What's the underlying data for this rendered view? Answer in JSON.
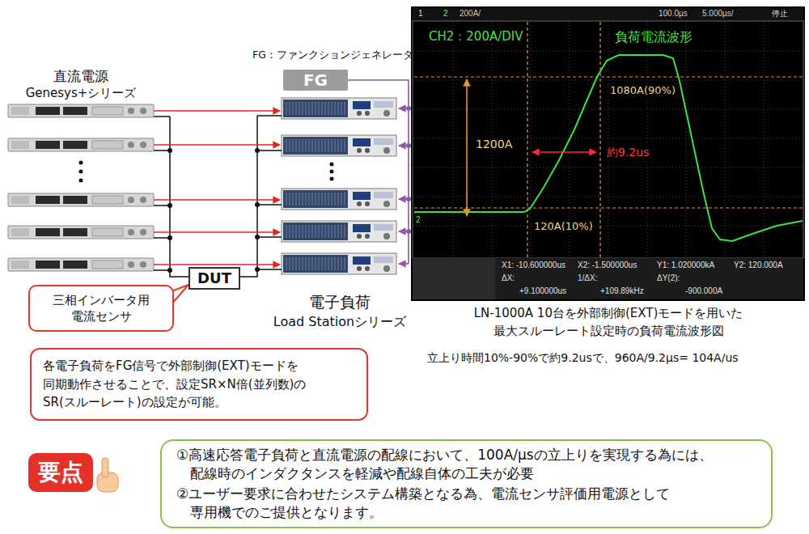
{
  "diagram": {
    "nodes": [
      {
        "text": [
          "FG"
        ]
      },
      {
        "text": [
          "DUT"
        ]
      },
      {
        "text": [
          "三相インバータ用 電流センサ"
        ]
      },
      {
        "text": [
          "各電子負荷をFG信号で外部制御(EXT)モードを 同期動作させることで、設定SR×N倍(並列数)の SR(スルーレート)の設定が可能。"
        ]
      },
      {
        "text": [
          "要点"
        ]
      },
      {
        "text": [
          "①高速応答電子負荷と直流電源の配線において、100A/μsの立上りを実現する為には、 配線時のインダクタンスを軽減や配線自体の工夫が必要",
          "②ユーザー要求に合わせたシステム構築となる為、電流センサ評価用電源として 専用機でのご提供となります。"
        ]
      }
    ],
    "edges": [
      {
        "from": 2,
        "to": 1,
        "arrow": "none"
      }
    ],
    "labels": [
      "直流電源",
      "Genesys+シリーズ",
      "FG：ファンクションジェネレータ",
      "電子負荷",
      "Load Stationシリーズ",
      "1",
      "2",
      "200A/",
      "100.0µs",
      "5.000µs/",
      "停止",
      "2",
      "CH2：200A/DIV",
      "負荷電流波形",
      "1080A(90%)",
      "1200A",
      "約9.2us",
      "120A(10%)",
      "X1: -10.600000us",
      "X2: -1.500000us",
      "Y1: 1.020000kA",
      "Y2: 120.000A",
      "ΔX:",
      "+9.100000us",
      "1/ΔX:",
      "+109.89kHz",
      "ΔY(2):",
      "-900.000A",
      "LN-1000A 10台を外部制御(EXT)モードを用いた",
      "最大スルーレート設定時の負荷電流波形図",
      "立上り時間10%-90%で約9.2usで、960A/9.2μs= 104A/us"
    ]
  }
}
